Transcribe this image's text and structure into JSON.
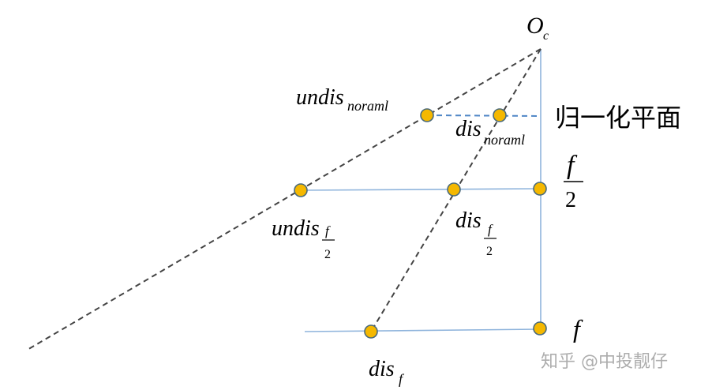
{
  "diagram": {
    "colors": {
      "solid_line": "#8fb4dc",
      "dashed_line": "#444444",
      "normal_plane_dash": "#4f86c6",
      "point_fill": "#f5b800",
      "point_stroke": "#4a6a7a"
    },
    "labels": {
      "origin": "O",
      "origin_sub": "c",
      "normalized_plane": "归一化平面",
      "undis_norm_base": "undis",
      "undis_norm_sub": "noraml",
      "dis_norm_base": "dis",
      "dis_norm_sub": "noraml",
      "f_half_num": "f",
      "f_half_den": "2",
      "undis_half_base": "undis",
      "undis_half_sub_num": "f",
      "undis_half_sub_den": "2",
      "dis_half_base": "dis",
      "dis_half_sub_num": "f",
      "dis_half_sub_den": "2",
      "f_label": "f",
      "dis_f_base": "dis",
      "dis_f_sub": "f"
    },
    "watermark": "知乎 @中投靓仔"
  }
}
